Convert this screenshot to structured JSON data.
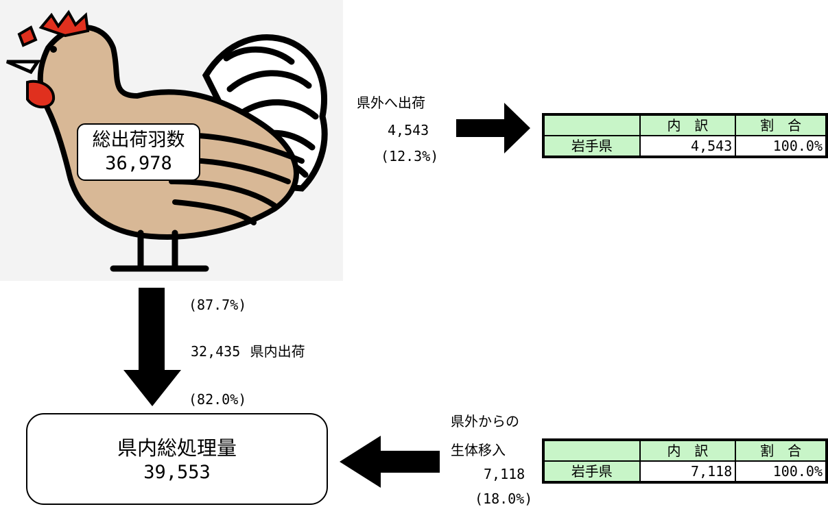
{
  "total_shipments": {
    "label": "総出荷羽数",
    "value": "36,978"
  },
  "outbound": {
    "label": "県外へ出荷",
    "count": "4,543",
    "share": "(12.3%)",
    "table": {
      "headers": [
        "",
        "内　訳",
        "割　合"
      ],
      "rows": [
        {
          "name": "岩手県",
          "count": "4,543",
          "share": "100.0%"
        }
      ]
    }
  },
  "in_prefecture": {
    "share_top": "(87.7%)",
    "count": "32,435",
    "label": "県内出荷",
    "share_bottom": "(82.0%)"
  },
  "processing": {
    "label": "県内総処理量",
    "value": "39,553"
  },
  "inbound": {
    "label_line1": "県外からの",
    "label_line2": "生体移入",
    "count": "7,118",
    "share": "(18.0%)",
    "table": {
      "headers": [
        "",
        "内　訳",
        "割　合"
      ],
      "rows": [
        {
          "name": "岩手県",
          "count": "7,118",
          "share": "100.0%"
        }
      ]
    }
  },
  "colors": {
    "chicken_body": "#d8b896",
    "chicken_comb": "#e0301e",
    "table_header_bg": "#c8f5c8",
    "arrow": "#000000"
  }
}
